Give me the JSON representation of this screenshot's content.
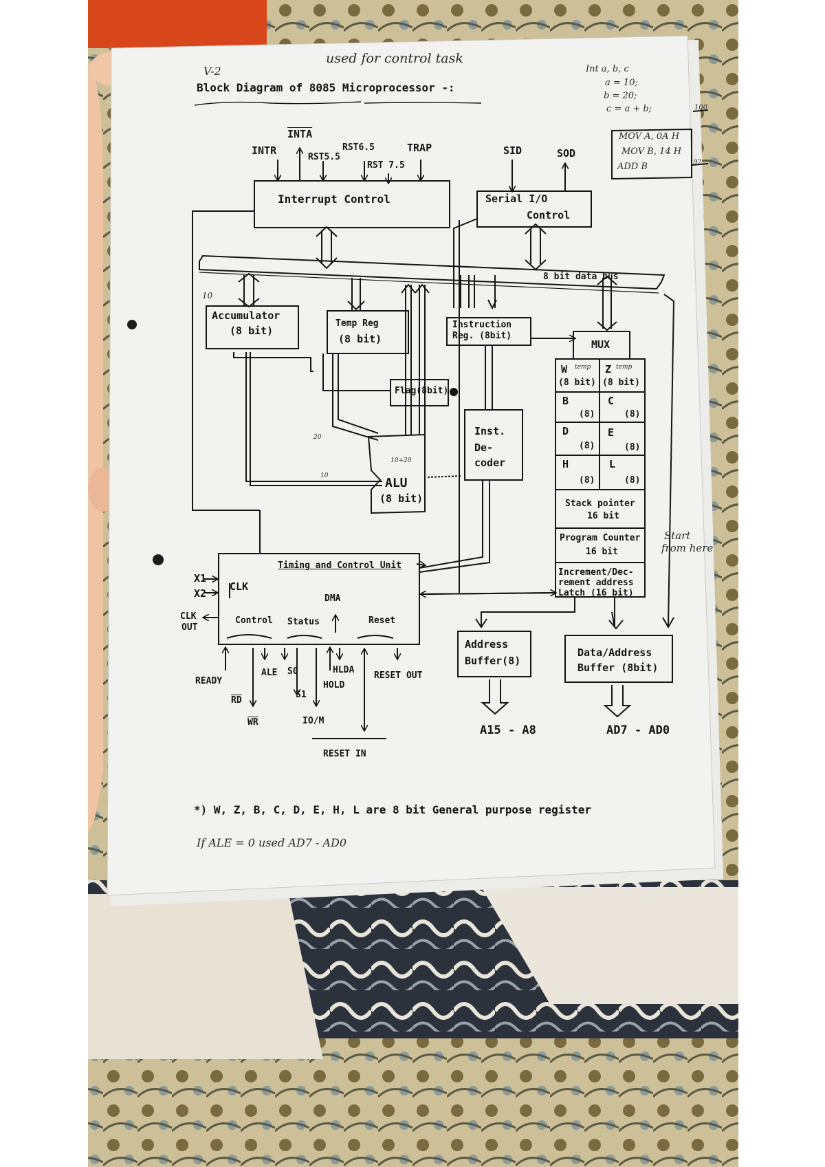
{
  "header": {
    "top_note": "used for control task",
    "page_code": "V-2",
    "title": "Block Diagram of 8085 Microprocessor -:"
  },
  "code_note": {
    "lines": [
      "Int a, b, c",
      "a = 10;",
      "b = 20;",
      "c = a + b;"
    ],
    "boxed": [
      "MOV A, 0A H",
      "MOV B, 14 H",
      "ADD B"
    ],
    "margin_digits": [
      "100",
      "92"
    ]
  },
  "interrupts": {
    "inta": "INTA",
    "intr": "INTR",
    "rst55": "RST5.5",
    "rst65": "RST6.5",
    "rst75": "RST 7.5",
    "trap": "TRAP",
    "block": "Interrupt Control"
  },
  "serial": {
    "sid": "SID",
    "sod": "SOD",
    "block_line1": "Serial I/O",
    "block_line2": "Control"
  },
  "bus": {
    "label": "8 bit data bus",
    "tick": "10"
  },
  "registers": {
    "accumulator": [
      "Accumulator",
      "(8 bit)"
    ],
    "temp": [
      "Temp Reg",
      "(8 bit)"
    ],
    "flag": "Flag(8bit)",
    "instruction": [
      "Instruction",
      "Reg. (8bit)"
    ],
    "decoder": [
      "Inst.",
      "De-",
      "coder"
    ],
    "alu": [
      "ALU",
      "(8 bit)"
    ],
    "mux": "MUX",
    "pairs": [
      {
        "left": "W",
        "left_note": "temp",
        "right": "Z",
        "right_note": "temp",
        "left_size": "(8 bit)",
        "right_size": "(8 bit)"
      },
      {
        "left": "B",
        "right": "C",
        "left_size": "(8)",
        "right_size": "(8)"
      },
      {
        "left": "D",
        "right": "E",
        "left_size": "(8)",
        "right_size": "(8)"
      },
      {
        "left": "H",
        "right": "L",
        "left_size": "(8)",
        "right_size": "(8)"
      }
    ],
    "stack_pointer": [
      "Stack pointer",
      "16 bit"
    ],
    "program_counter": [
      "Program Counter",
      "16 bit"
    ],
    "inc_dec": [
      "Increment/Dec-",
      "rement address",
      "Latch (16 bit)"
    ],
    "start_note": [
      "Start",
      "from here"
    ],
    "pencil_marks": [
      "10+20",
      "20",
      "10"
    ]
  },
  "timing": {
    "block": "Timing and Control Unit",
    "x1": "X1",
    "x2": "X2",
    "clk": "CLK",
    "clk_out": [
      "CLK",
      "OUT"
    ],
    "dma": "DMA",
    "control": "Control",
    "status": "Status",
    "reset": "Reset",
    "ready": "READY",
    "rd": "RD",
    "wr": "WR",
    "ale": "ALE",
    "s0": "S0",
    "s1": "S1",
    "iom": "IO/M",
    "hlda": "HLDA",
    "hold": "HOLD",
    "reset_out": "RESET OUT",
    "reset_in": "RESET IN"
  },
  "buffers": {
    "address": [
      "Address",
      "Buffer(8)"
    ],
    "data": [
      "Data/Address",
      "Buffer (8bit)"
    ],
    "addr_out": "A15 - A8",
    "data_out": "AD7 - AD0"
  },
  "footnotes": {
    "line1": "*) W, Z, B, C, D, E, H, L are 8 bit General purpose register",
    "line2": "If ALE = 0 used AD7 - AD0"
  },
  "colors": {
    "paper": "#f1f1ef",
    "ink": "#141414",
    "orange": "#d8461c",
    "fabric": "#2e3540"
  }
}
